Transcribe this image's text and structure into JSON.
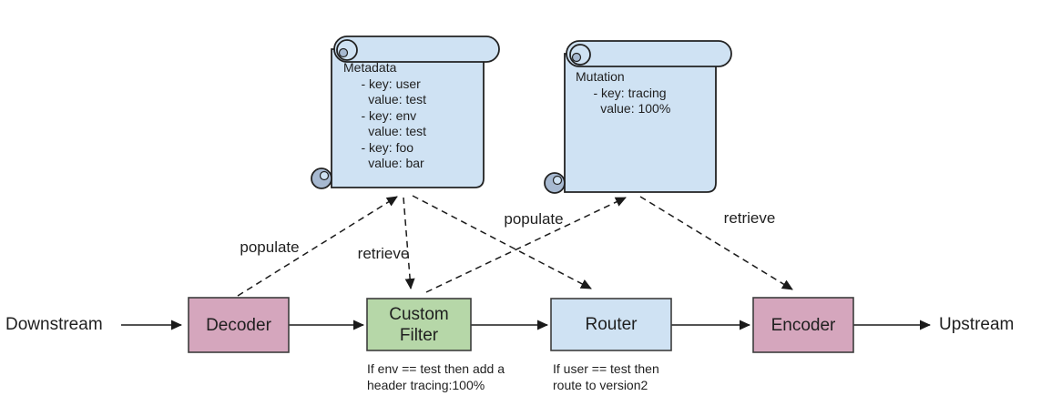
{
  "colors": {
    "box_pink": "#d5a6bd",
    "box_green": "#b6d7a8",
    "box_blue": "#cfe2f3",
    "scroll_fill": "#cfe2f3",
    "scroll_curl": "#a7b9d1",
    "border": "#3d3d3d",
    "line": "#1a1a1a"
  },
  "endpoints": {
    "downstream": "Downstream",
    "upstream": "Upstream"
  },
  "nodes": [
    {
      "id": "decoder",
      "label": "Decoder"
    },
    {
      "id": "custom-filter",
      "label": "Custom\nFilter",
      "caption": "If env == test then add a\nheader tracing:100%"
    },
    {
      "id": "router",
      "label": "Router",
      "caption": "If user == test then\nroute to version2"
    },
    {
      "id": "encoder",
      "label": "Encoder"
    }
  ],
  "scrolls": {
    "metadata": "Metadata\n     - key: user\n       value: test\n     - key: env\n       value: test\n     - key: foo\n       value: bar",
    "mutation": "Mutation\n     - key: tracing\n       value: 100%"
  },
  "edges": {
    "populate_decoder_metadata": "populate",
    "retrieve_metadata_filter": "retrieve",
    "metadata_router": "",
    "populate_filter_mutation": "populate",
    "retrieve_mutation_encoder": "retrieve"
  }
}
